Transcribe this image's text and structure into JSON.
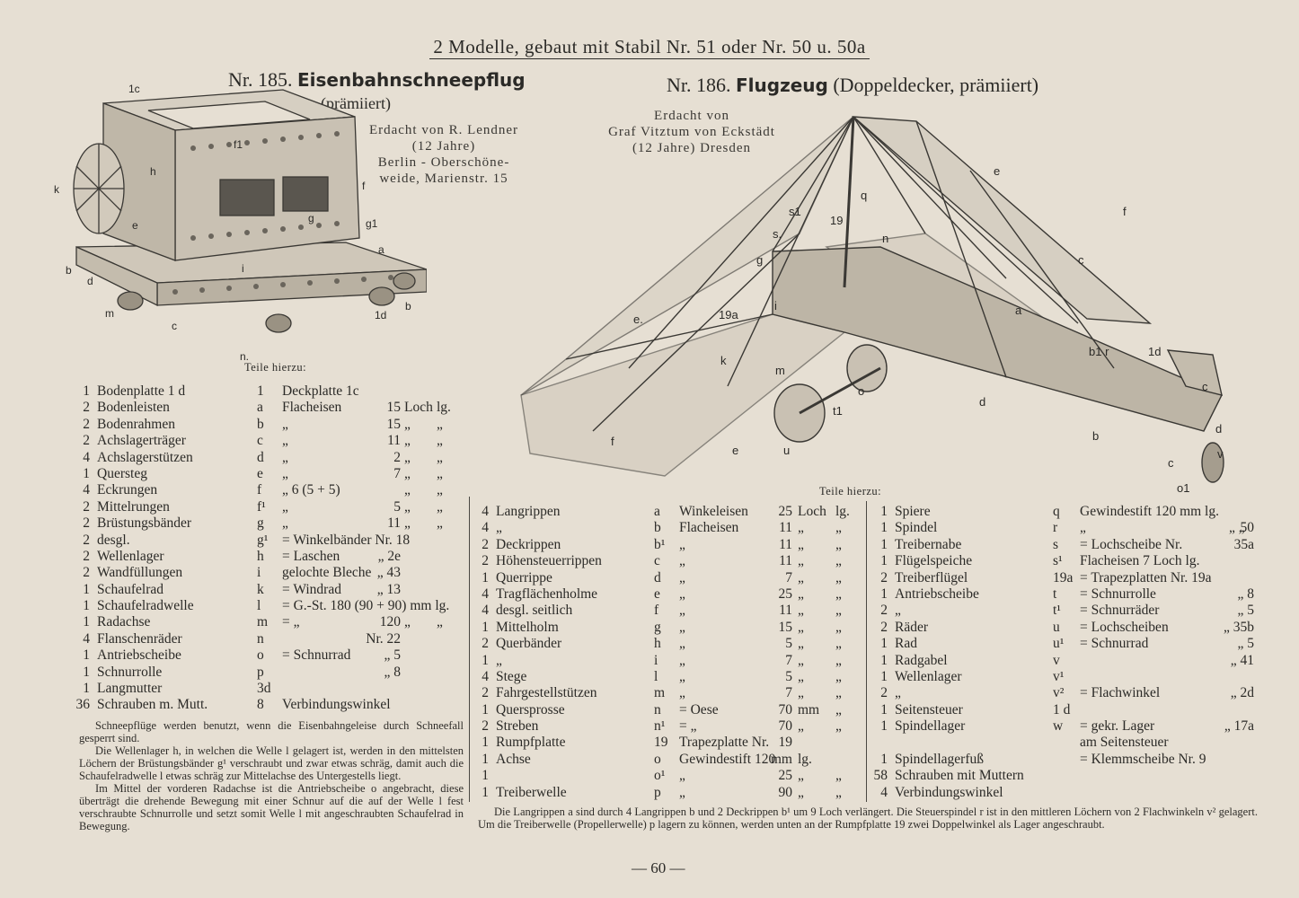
{
  "header": "2 Modelle, gebaut mit Stabil Nr. 51 oder Nr. 50 u. 50a",
  "model185": {
    "number": "Nr. 185.",
    "name": "Eisenbahnschneepflug",
    "subtitle": "(prämiiert)",
    "credit": [
      "Erdacht von R. Lendner",
      "(12 Jahre)",
      "Berlin - Oberschöne-",
      "weide, Marienstr. 15"
    ],
    "teile_label": "Teile hierzu:",
    "labels": [
      "1c",
      "f1",
      "h",
      "f",
      "g1",
      "k",
      "e",
      "g",
      "a",
      "i",
      "b",
      "d",
      "m",
      "c",
      "1d",
      "b",
      "n."
    ],
    "parts": [
      [
        "1",
        "Bodenplatte 1 d",
        "1",
        "Deckplatte 1c",
        "",
        "",
        ""
      ],
      [
        "2",
        "Bodenleisten",
        "a",
        "Flacheisen",
        "15",
        "Loch",
        "lg."
      ],
      [
        "2",
        "Bodenrahmen",
        "b",
        "„",
        "15",
        "„",
        "„"
      ],
      [
        "2",
        "Achslagerträger",
        "c",
        "„",
        "11",
        "„",
        "„"
      ],
      [
        "4",
        "Achslagerstützen",
        "d",
        "„",
        "2",
        "„",
        "„"
      ],
      [
        "1",
        "Quersteg",
        "e",
        "„",
        "7",
        "„",
        "„"
      ],
      [
        "4",
        "Eckrungen",
        "f",
        "„ 6 (5 + 5)",
        "",
        "„",
        "„"
      ],
      [
        "2",
        "Mittelrungen",
        "f¹",
        "„",
        "5",
        "„",
        "„"
      ],
      [
        "2",
        "Brüstungsbänder",
        "g",
        "„",
        "11",
        "„",
        "„"
      ],
      [
        "2",
        "desgl.",
        "g¹",
        "= Winkelbänder Nr. 18",
        "",
        "",
        ""
      ],
      [
        "2",
        "Wellenlager",
        "h",
        "= Laschen",
        "„ 2e",
        "",
        ""
      ],
      [
        "2",
        "Wandfüllungen",
        "i",
        "gelochte Bleche",
        "„ 43",
        "",
        ""
      ],
      [
        "1",
        "Schaufelrad",
        "k",
        "= Windrad",
        "„ 13",
        "",
        ""
      ],
      [
        "1",
        "Schaufelradwelle",
        "l",
        "= G.-St. 180 (90 + 90) mm lg.",
        "",
        "",
        ""
      ],
      [
        "1",
        "Radachse",
        "m",
        "= „",
        "120",
        "„",
        "„"
      ],
      [
        "4",
        "Flanschenräder",
        "n",
        "",
        "Nr. 22",
        "",
        ""
      ],
      [
        "1",
        "Antriebscheibe",
        "o",
        "= Schnurrad",
        "„ 5",
        "",
        ""
      ],
      [
        "1",
        "Schnurrolle",
        "p",
        "",
        "„ 8",
        "",
        ""
      ],
      [
        "1",
        "Langmutter",
        "3d",
        "",
        "",
        "",
        ""
      ],
      [
        "36",
        "Schrauben m. Mutt.",
        "8",
        "Verbindungswinkel",
        "",
        "",
        ""
      ]
    ],
    "text": [
      "Schneepflüge werden benutzt, wenn die Eisenbahngeleise durch Schneefall gesperrt sind.",
      "Die Wellenlager h, in welchen die Welle l gelagert ist, werden in den mittelsten Löchern der Brüstungsbänder g¹ verschraubt und zwar etwas schräg, damit auch die Schaufelradwelle l etwas schräg zur Mittelachse des Untergestells liegt.",
      "Im Mittel der vorderen Radachse ist die Antriebscheibe o angebracht, diese überträgt die drehende Bewegung mit einer Schnur auf die auf der Welle l fest verschraubte Schnurrolle und setzt somit Welle l mit angeschraubten Schaufelrad in Bewegung."
    ]
  },
  "model186": {
    "number": "Nr. 186.",
    "name": "Flugzeug",
    "subtitle": "(Doppeldecker, prämiiert)",
    "credit": [
      "Erdacht von",
      "Graf Vitztum von Eckstädt",
      "(12 Jahre) Dresden"
    ],
    "teile_label": "Teile hierzu:",
    "labels": [
      "e",
      "f",
      "s1",
      "q",
      "19",
      "s.",
      "n",
      "c",
      "g",
      "a",
      "19a",
      "i",
      "e.",
      "b1 r",
      "1d",
      "k",
      "m",
      "o",
      "t1",
      "d",
      "c",
      "b",
      "d",
      "f",
      "e",
      "u",
      "c",
      "v",
      "o1"
    ],
    "parts_left": [
      [
        "4",
        "Langrippen",
        "a",
        "Winkeleisen",
        "25",
        "Loch",
        "lg."
      ],
      [
        "4",
        "„",
        "b",
        "Flacheisen",
        "11",
        "„",
        "„"
      ],
      [
        "2",
        "Deckrippen",
        "b¹",
        "„",
        "11",
        "„",
        "„"
      ],
      [
        "2",
        "Höhensteuerrippen",
        "c",
        "„",
        "11",
        "„",
        "„"
      ],
      [
        "1",
        "Querrippe",
        "d",
        "„",
        "7",
        "„",
        "„"
      ],
      [
        "4",
        "Tragflächenholme",
        "e",
        "„",
        "25",
        "„",
        "„"
      ],
      [
        "4",
        "desgl. seitlich",
        "f",
        "„",
        "11",
        "„",
        "„"
      ],
      [
        "1",
        "Mittelholm",
        "g",
        "„",
        "15",
        "„",
        "„"
      ],
      [
        "2",
        "Querbänder",
        "h",
        "„",
        "5",
        "„",
        "„"
      ],
      [
        "1",
        "„",
        "i",
        "„",
        "7",
        "„",
        "„"
      ],
      [
        "4",
        "Stege",
        "l",
        "„",
        "5",
        "„",
        "„"
      ],
      [
        "2",
        "Fahrgestellstützen",
        "m",
        "„",
        "7",
        "„",
        "„"
      ],
      [
        "1",
        "Quersprosse",
        "n",
        "= Oese",
        "70",
        "mm",
        "„"
      ],
      [
        "2",
        "Streben",
        "n¹",
        "= „",
        "70",
        "„",
        "„"
      ],
      [
        "1",
        "Rumpfplatte",
        "19",
        "Trapezplatte Nr.",
        "19",
        "",
        ""
      ],
      [
        "1",
        "Achse",
        "o",
        "Gewindestift 120",
        "mm",
        "lg.",
        ""
      ],
      [
        "1",
        "",
        "o¹",
        "„",
        "25",
        "„",
        "„"
      ],
      [
        "1",
        "Treiberwelle",
        "p",
        "„",
        "90",
        "„",
        "„"
      ]
    ],
    "parts_right": [
      [
        "1",
        "Spiere",
        "q",
        "Gewindestift 120 mm lg.",
        "",
        ""
      ],
      [
        "1",
        "Spindel",
        "r",
        "„",
        "50",
        "„ „"
      ],
      [
        "1",
        "Treibernabe",
        "s",
        "= Lochscheibe Nr.",
        "35a",
        ""
      ],
      [
        "1",
        "Flügelspeiche",
        "s¹",
        "Flacheisen 7 Loch lg.",
        "",
        ""
      ],
      [
        "2",
        "Treiberflügel",
        "19a",
        "= Trapezplatten Nr. 19a",
        "",
        ""
      ],
      [
        "1",
        "Antriebscheibe",
        "t",
        "= Schnurrolle",
        "„ 8",
        ""
      ],
      [
        "2",
        "„",
        "t¹",
        "= Schnurräder",
        "„ 5",
        ""
      ],
      [
        "2",
        "Räder",
        "u",
        "= Lochscheiben",
        "„ 35b",
        ""
      ],
      [
        "1",
        "Rad",
        "u¹",
        "= Schnurrad",
        "„ 5",
        ""
      ],
      [
        "1",
        "Radgabel",
        "v",
        "",
        "„ 41",
        ""
      ],
      [
        "1",
        "Wellenlager",
        "v¹",
        "",
        "",
        ""
      ],
      [
        "2",
        "„",
        "v²",
        "= Flachwinkel",
        "„ 2d",
        ""
      ],
      [
        "1",
        "Seitensteuer",
        "1 d",
        "",
        "",
        ""
      ],
      [
        "1",
        "Spindellager",
        "w",
        "= gekr. Lager",
        "„ 17a",
        ""
      ],
      [
        "",
        "",
        "",
        "am Seitensteuer",
        "",
        ""
      ],
      [
        "1",
        "Spindellagerfuß",
        "",
        "= Klemmscheibe Nr. 9",
        "",
        ""
      ],
      [
        "58",
        "Schrauben mit Muttern",
        "",
        "",
        "",
        ""
      ],
      [
        "4",
        "Verbindungswinkel",
        "",
        "",
        "",
        ""
      ]
    ],
    "text": "Die Langrippen a sind durch 4 Langrippen b und 2 Deckrippen b¹ um 9 Loch verlängert. Die Steuerspindel r ist in den mittleren Löchern von 2 Flachwinkeln v² gelagert. Um die Treiberwelle (Propellerwelle) p lagern zu können, werden unten an der Rumpfplatte 19 zwei Doppelwinkel als Lager angeschraubt."
  },
  "page_number": "— 60 —"
}
